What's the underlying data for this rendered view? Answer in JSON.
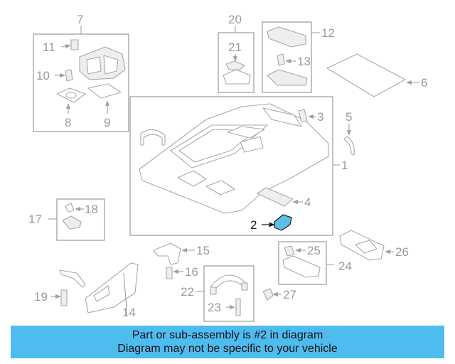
{
  "diagram": {
    "callouts": [
      "1",
      "2",
      "3",
      "4",
      "5",
      "6",
      "7",
      "8",
      "9",
      "10",
      "11",
      "12",
      "13",
      "14",
      "15",
      "16",
      "17",
      "18",
      "19",
      "20",
      "21",
      "22",
      "23",
      "24",
      "25",
      "26",
      "27"
    ],
    "highlighted_part": "2",
    "highlight_color": "#5bbfe8"
  },
  "banner": {
    "line1": "Part or sub-assembly is #2 in diagram",
    "line2": "Diagram may not be specific to your vehicle",
    "background": "#4fbcf0"
  }
}
